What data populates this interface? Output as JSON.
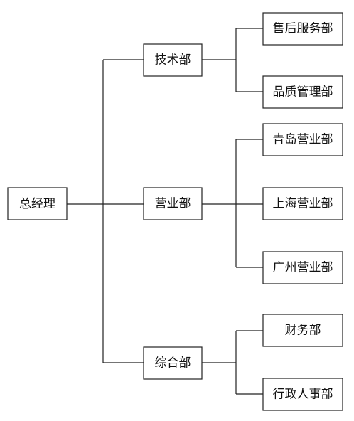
{
  "root": {
    "label": "总经理"
  },
  "departments": [
    {
      "label": "技术部",
      "children": [
        {
          "label": "售后服务部"
        },
        {
          "label": "品质管理部"
        }
      ]
    },
    {
      "label": "营业部",
      "children": [
        {
          "label": "青岛营业部"
        },
        {
          "label": "上海营业部"
        },
        {
          "label": "广州营业部"
        }
      ]
    },
    {
      "label": "综合部",
      "children": [
        {
          "label": "财务部"
        },
        {
          "label": "行政人事部"
        }
      ]
    }
  ]
}
